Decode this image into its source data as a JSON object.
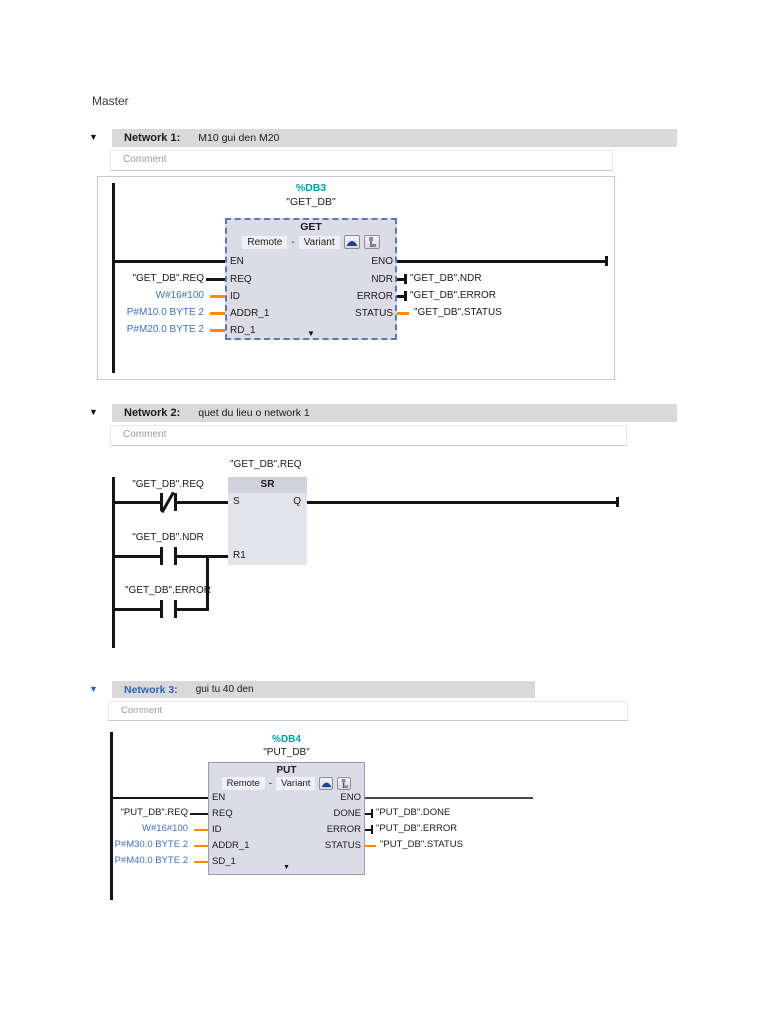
{
  "page": {
    "title": "Master"
  },
  "colors": {
    "db_teal": "#00a0a0",
    "operand_blue": "#3e6fc4",
    "wire_orange": "#ff8a00",
    "header_gray": "#d9d9d9",
    "block_fill": "#dcdce6",
    "selected_border_blue": "#5b79b8",
    "network3_blue": "#2e64b5"
  },
  "net1": {
    "label": "Network 1:",
    "title": "M10 gui den M20",
    "comment": "Comment",
    "db": "%DB3",
    "db_name": "\"GET_DB\"",
    "block_name": "GET",
    "variant_left": "Remote",
    "variant_sep": "-",
    "variant_right": "Variant",
    "pins_left": [
      "EN",
      "REQ",
      "ID",
      "ADDR_1",
      "RD_1"
    ],
    "pins_right": [
      "ENO",
      "NDR",
      "ERROR",
      "STATUS"
    ],
    "operands_left": [
      "\"GET_DB\".REQ",
      "W#16#100",
      "P#M10.0 BYTE 2",
      "P#M20.0 BYTE 2"
    ],
    "operands_right": [
      "\"GET_DB\".NDR",
      "\"GET_DB\".ERROR",
      "\"GET_DB\".STATUS"
    ],
    "expand_glyph": "▼"
  },
  "net2": {
    "label": "Network 2:",
    "title": "quet du lieu o network 1",
    "comment": "Comment",
    "sr_operand": "\"GET_DB\".REQ",
    "sr_name": "SR",
    "pin_s": "S",
    "pin_q": "Q",
    "pin_r1": "R1",
    "contact1": "\"GET_DB\".REQ",
    "contact2": "\"GET_DB\".NDR",
    "contact3": "\"GET_DB\".ERROR"
  },
  "net3": {
    "label": "Network 3:",
    "title": "gui tu 40 den",
    "comment": "Comment",
    "db": "%DB4",
    "db_name": "\"PUT_DB\"",
    "block_name": "PUT",
    "variant_left": "Remote",
    "variant_sep": "-",
    "variant_right": "Variant",
    "pins_left": [
      "EN",
      "REQ",
      "ID",
      "ADDR_1",
      "SD_1"
    ],
    "pins_right": [
      "ENO",
      "DONE",
      "ERROR",
      "STATUS"
    ],
    "operands_left": [
      "\"PUT_DB\".REQ",
      "W#16#100",
      "P#M30.0 BYTE 2",
      "P#M40.0 BYTE 2"
    ],
    "operands_right": [
      "\"PUT_DB\".DONE",
      "\"PUT_DB\".ERROR",
      "\"PUT_DB\".STATUS"
    ],
    "expand_glyph": "▼"
  },
  "glyphs": {
    "collapse_triangle": "▼"
  }
}
